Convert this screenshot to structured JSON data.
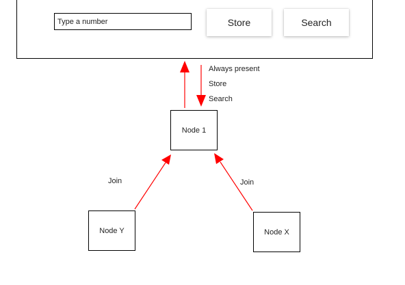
{
  "client": {
    "number_input": {
      "placeholder": "Type a number",
      "value": ""
    },
    "store_button": "Store",
    "search_button": "Search"
  },
  "messages": [
    "Always present",
    "Store",
    "Search"
  ],
  "nodes": {
    "node1": "Node 1",
    "node_y": "Node Y",
    "node_x": "Node X"
  },
  "edge_labels": {
    "join_left": "Join",
    "join_right": "Join"
  },
  "colors": {
    "arrow": "#ff0000",
    "border": "#000000",
    "background": "#ffffff",
    "text": "#222222"
  }
}
